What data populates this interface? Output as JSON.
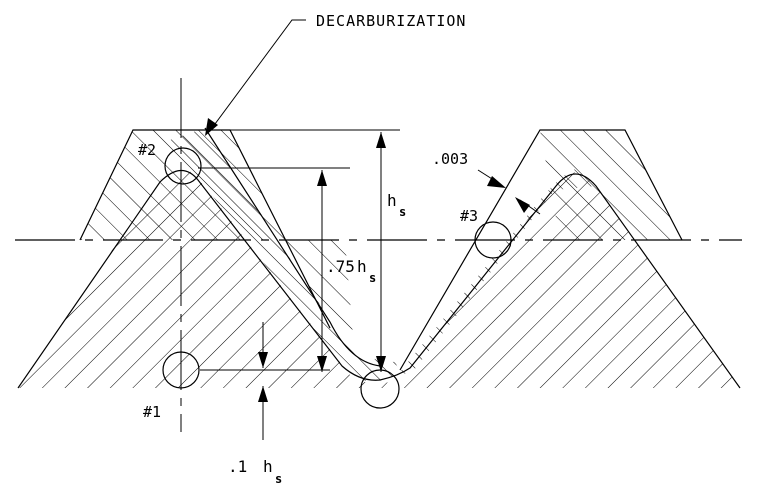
{
  "labels": {
    "decarb": "DECARBURIZATION",
    "p1": "#1",
    "p2": "#2",
    "p3": "#3",
    "depth": ".003",
    "h": "h",
    "h_sub": "s",
    "h75_pre": ".75",
    "h75": "h",
    "h75_sub": "s",
    "h1_pre": ".1",
    "h1": "h",
    "h1_sub": "s"
  },
  "colors": {
    "ink": "#000000",
    "paper": "#ffffff"
  }
}
